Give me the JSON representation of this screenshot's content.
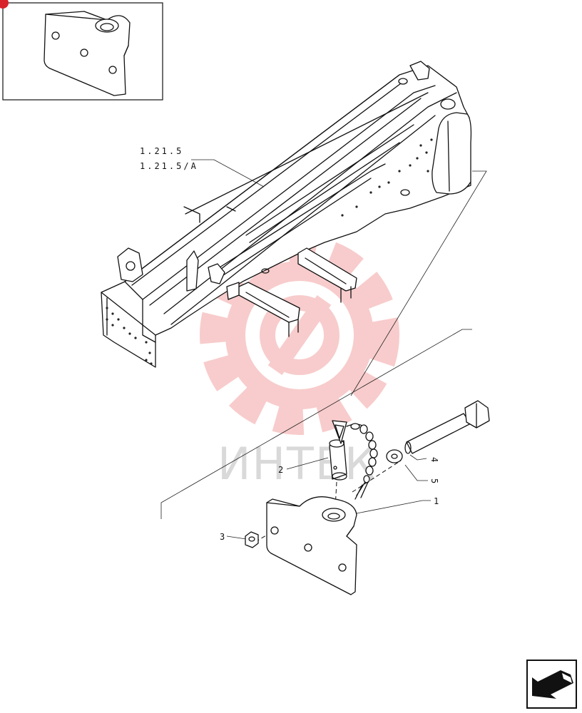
{
  "references": [
    "1.21.5",
    "1.21.5/A"
  ],
  "callouts": [
    {
      "id": "part-1",
      "label": "1"
    },
    {
      "id": "part-2",
      "label": "2"
    },
    {
      "id": "part-3",
      "label": "3"
    },
    {
      "id": "part-4",
      "label": "4"
    },
    {
      "id": "part-5",
      "label": "5"
    }
  ],
  "watermark": {
    "text": "ИНТЕК",
    "color": "#f08a8a"
  },
  "nav": {
    "icon": "next-page-arrow-icon"
  }
}
